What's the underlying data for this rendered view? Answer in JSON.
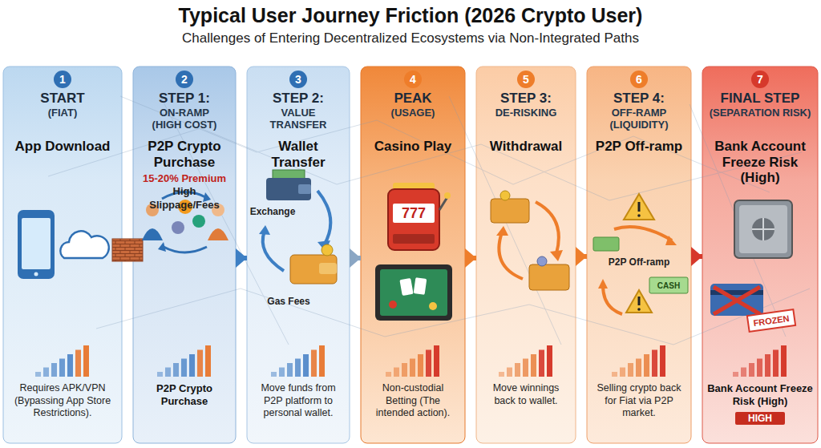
{
  "diagram": {
    "title": "Typical User Journey Friction (2026 Crypto User)",
    "nodes": [
      {
        "text": [
          "1",
          "START",
          "(FIAT)",
          "App Download",
          "Requires APK/VPN (Bypassing App Store Restrictions)."
        ]
      },
      {
        "text": [
          "2",
          "STEP 1:",
          "ON-RAMP",
          "(HIGH COST)",
          "P2P Crypto Purchase",
          "15-20% Premium",
          "High Slippage/Fees",
          "P2P Crypto Purchase"
        ]
      },
      {
        "text": [
          "3",
          "STEP 2:",
          "VALUE TRANSFER",
          "Wallet Transfer",
          "Exchange",
          "Gas Fees",
          "Move funds from P2P platform to personal wallet."
        ]
      },
      {
        "text": [
          "4",
          "PEAK",
          "(USAGE)",
          "Casino Play",
          "777",
          "Non-custodial Betting (The intended action)."
        ]
      },
      {
        "text": [
          "5",
          "STEP 3:",
          "DE-RISKING",
          "Withdrawal",
          "Move winnings back to wallet."
        ]
      },
      {
        "text": [
          "6",
          "STEP 4:",
          "OFF-RAMP",
          "(LIQUIDITY)",
          "P2P Off-ramp",
          "P2P Off-ramp",
          "CASH",
          "Selling crypto back for Fiat via P2P market."
        ]
      },
      {
        "text": [
          "7",
          "FINAL STEP",
          "(SEPARATION RISK)",
          "Bank Account Freeze Risk (High)",
          "FROZEN",
          "Bank Account Freeze Risk (High)",
          "HIGH"
        ]
      }
    ],
    "edges": [
      {
        "from": 1,
        "to": 2,
        "arrow": "to"
      },
      {
        "from": 2,
        "to": 3,
        "arrow": "to"
      },
      {
        "from": 3,
        "to": 4,
        "arrow": "to"
      },
      {
        "from": 4,
        "to": 5,
        "arrow": "to"
      },
      {
        "from": 5,
        "to": 6,
        "arrow": "to"
      }
    ],
    "labels": [
      "Challenges of Entering Decentralized Ecosystems via Non-Integrated Paths"
    ]
  }
}
